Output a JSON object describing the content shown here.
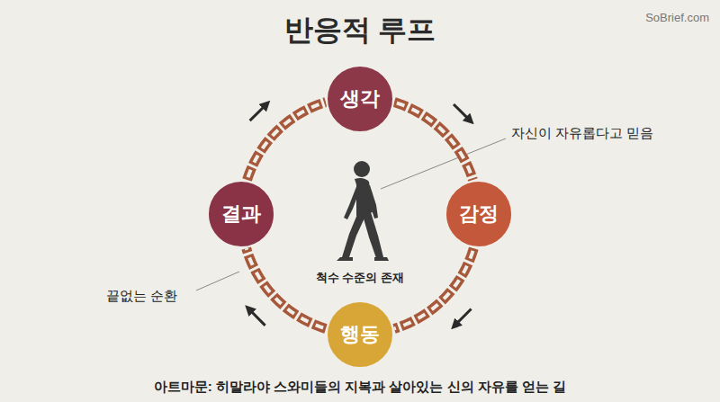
{
  "diagram": {
    "title": "반응적 루프",
    "caption": "아트마문: 히말라야 스와미들의 지복과 살아있는 신의 자유를 얻는 길",
    "nodes": [
      {
        "text": [
          "생각"
        ]
      },
      {
        "text": [
          "감정"
        ]
      },
      {
        "text": [
          "행동"
        ]
      },
      {
        "text": [
          "결과"
        ]
      }
    ],
    "edges": [
      {
        "from": 0,
        "to": 1,
        "arrow": "to"
      },
      {
        "from": 1,
        "to": 2,
        "arrow": "to"
      },
      {
        "from": 2,
        "to": 3,
        "arrow": "to"
      },
      {
        "from": 3,
        "to": 0,
        "arrow": "to"
      }
    ],
    "labels": [
      "SoBrief.com",
      "자신이 자유롭다고 믿음",
      "척수 수준의 존재",
      "끝없는 순환"
    ]
  }
}
